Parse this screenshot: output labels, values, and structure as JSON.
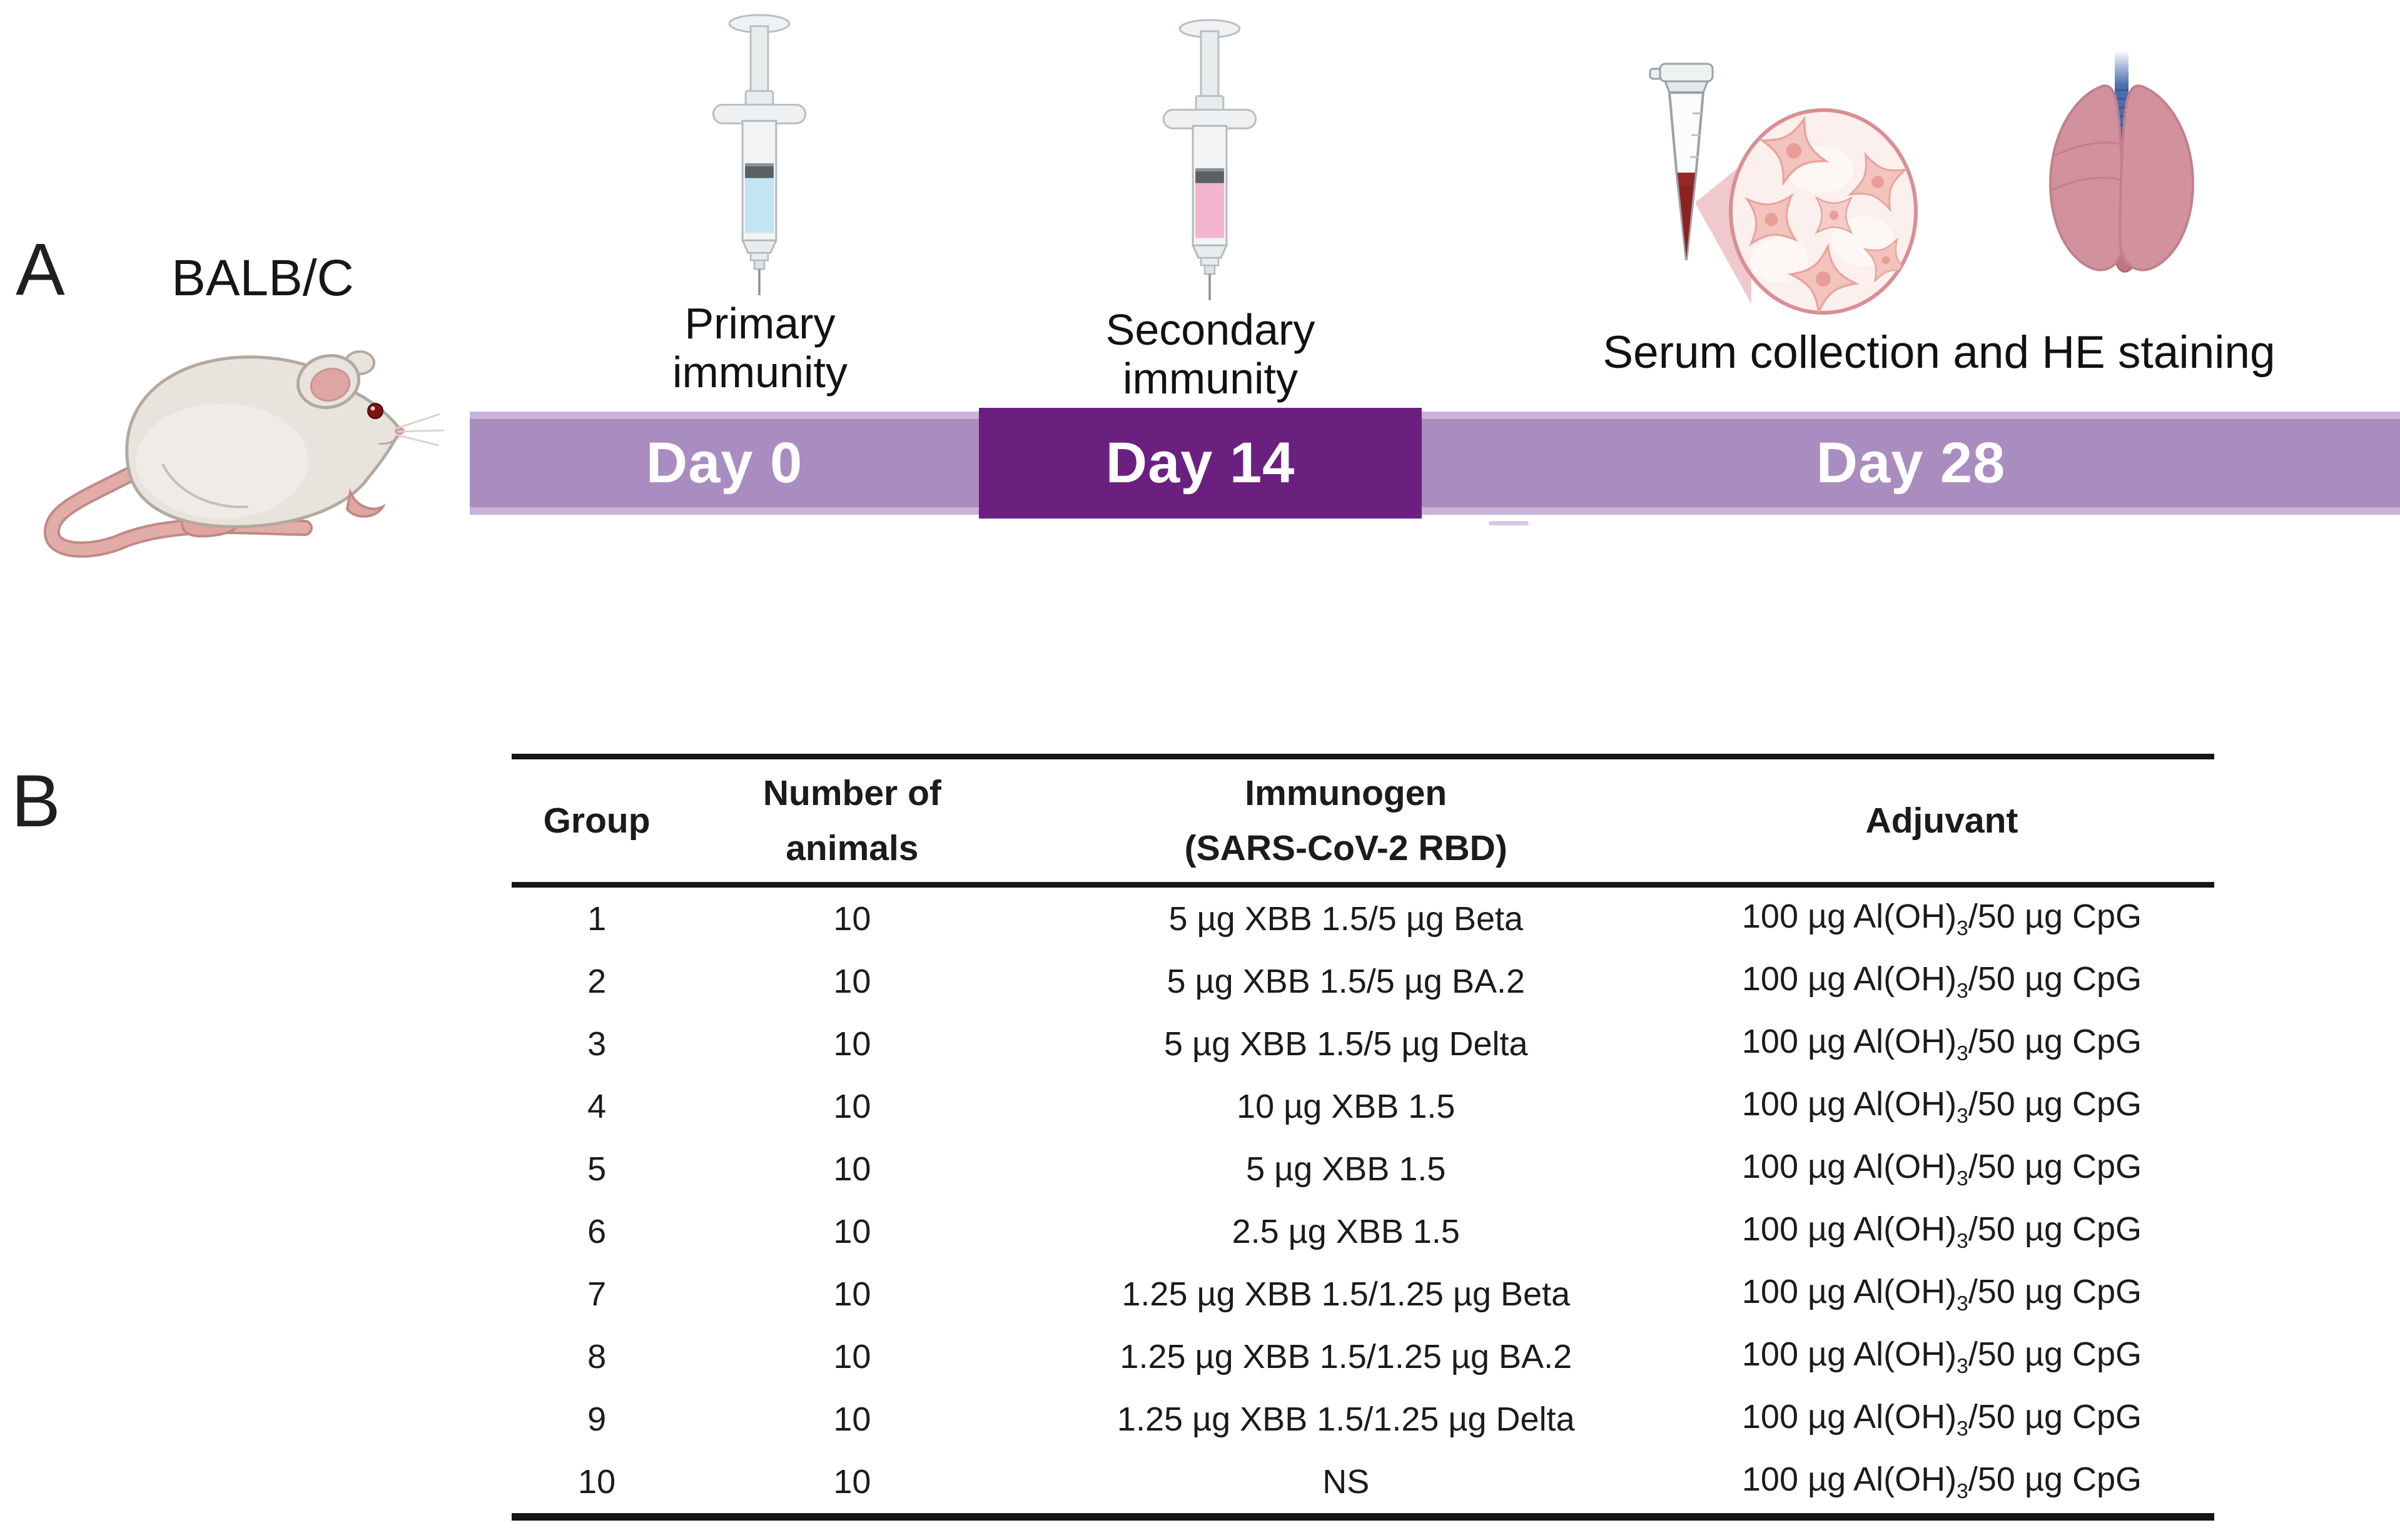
{
  "panel_a": {
    "label": "A",
    "mouse_label": "BALB/C",
    "primary_event": {
      "line1": "Primary",
      "line2": "immunity"
    },
    "secondary_event": {
      "line1": "Secondary",
      "line2": "immunity"
    },
    "serum_label": "Serum collection and HE staining",
    "timeline": {
      "segments": [
        {
          "label": "Day 0"
        },
        {
          "label": "Day 14"
        },
        {
          "label": "Day 28"
        }
      ]
    },
    "colors": {
      "timeline_light": "#a98cc0",
      "timeline_light_rim": "#c9b4d9",
      "timeline_dark": "#6b2080",
      "day_text": "#ffffff",
      "syringe1_liquid": "#c3e4f2",
      "syringe2_liquid": "#f4b4ce",
      "blood": "#8c2121",
      "lung_pink": "#d2929d",
      "trachea_blue": "#4a6fae"
    }
  },
  "panel_b": {
    "label": "B",
    "table": {
      "headers": {
        "group": "Group",
        "animals_line1": "Number of",
        "animals_line2": "animals",
        "immunogen_line1": "Immunogen",
        "immunogen_line2": "(SARS-CoV-2 RBD)",
        "adjuvant": "Adjuvant"
      },
      "rows": [
        {
          "group": "1",
          "animals": "10",
          "immunogen": "5 µg XBB 1.5/5 µg Beta",
          "adj_pre": "100 µg Al(OH)",
          "adj_sub": "3",
          "adj_post": "/50 µg CpG"
        },
        {
          "group": "2",
          "animals": "10",
          "immunogen": "5 µg XBB 1.5/5 µg BA.2",
          "adj_pre": "100 µg Al(OH)",
          "adj_sub": "3",
          "adj_post": "/50 µg CpG"
        },
        {
          "group": "3",
          "animals": "10",
          "immunogen": "5 µg XBB 1.5/5 µg Delta",
          "adj_pre": "100 µg Al(OH)",
          "adj_sub": "3",
          "adj_post": "/50 µg CpG"
        },
        {
          "group": "4",
          "animals": "10",
          "immunogen": "10 µg XBB 1.5",
          "adj_pre": "100 µg Al(OH)",
          "adj_sub": "3",
          "adj_post": "/50 µg CpG"
        },
        {
          "group": "5",
          "animals": "10",
          "immunogen": "5 µg XBB 1.5",
          "adj_pre": "100 µg Al(OH)",
          "adj_sub": "3",
          "adj_post": "/50 µg CpG"
        },
        {
          "group": "6",
          "animals": "10",
          "immunogen": "2.5 µg XBB 1.5",
          "adj_pre": "100 µg Al(OH)",
          "adj_sub": "3",
          "adj_post": "/50 µg CpG"
        },
        {
          "group": "7",
          "animals": "10",
          "immunogen": "1.25 µg XBB 1.5/1.25 µg Beta",
          "adj_pre": "100 µg Al(OH)",
          "adj_sub": "3",
          "adj_post": "/50 µg CpG"
        },
        {
          "group": "8",
          "animals": "10",
          "immunogen": "1.25 µg XBB 1.5/1.25 µg BA.2",
          "adj_pre": "100 µg Al(OH)",
          "adj_sub": "3",
          "adj_post": "/50 µg CpG"
        },
        {
          "group": "9",
          "animals": "10",
          "immunogen": "1.25 µg XBB 1.5/1.25 µg Delta",
          "adj_pre": "100 µg Al(OH)",
          "adj_sub": "3",
          "adj_post": "/50 µg CpG"
        },
        {
          "group": "10",
          "animals": "10",
          "immunogen": "NS",
          "adj_pre": "100 µg Al(OH)",
          "adj_sub": "3",
          "adj_post": "/50 µg CpG"
        }
      ]
    }
  }
}
